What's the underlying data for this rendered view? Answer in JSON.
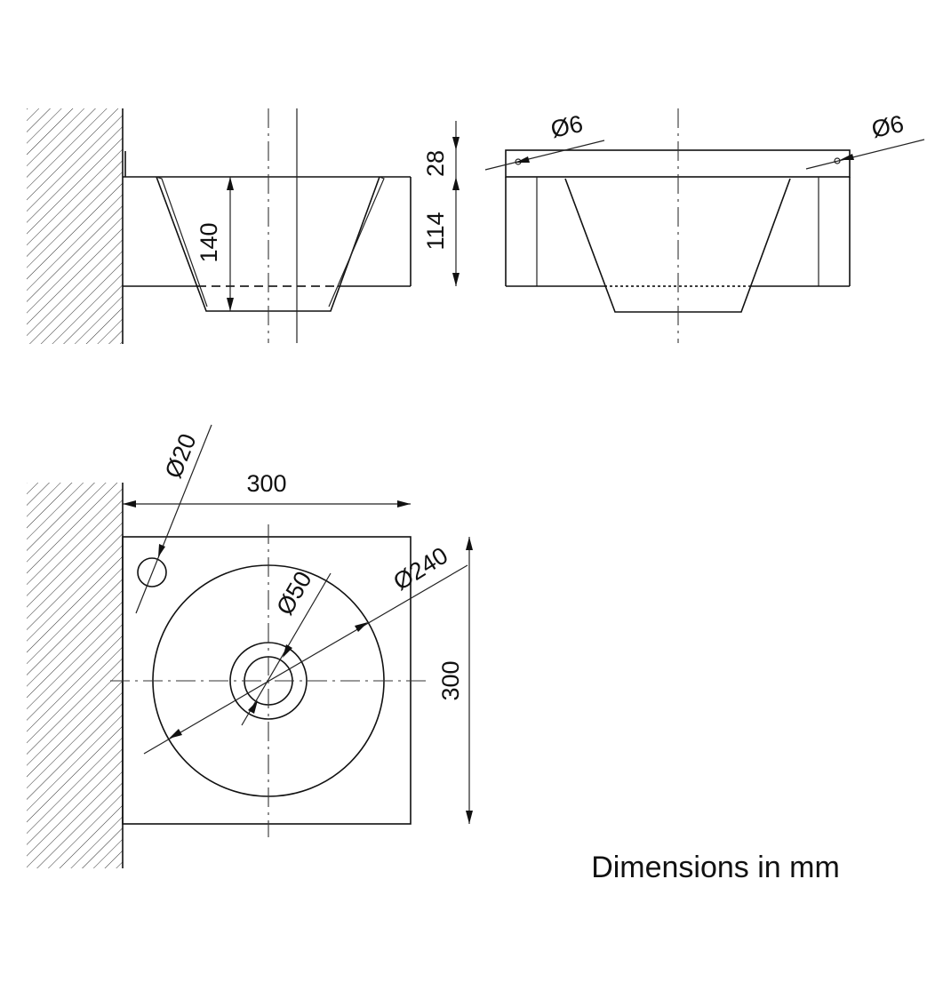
{
  "dimensions": {
    "side_total_height": "28",
    "side_body_height": "114",
    "side_bowl_depth": "140",
    "front_hole_left": "Ø6",
    "front_hole_right": "Ø6",
    "plan_width": "300",
    "plan_depth": "300",
    "plan_tap_hole": "Ø20",
    "plan_bowl": "Ø240",
    "plan_drain": "Ø50"
  },
  "caption": "Dimensions in mm"
}
